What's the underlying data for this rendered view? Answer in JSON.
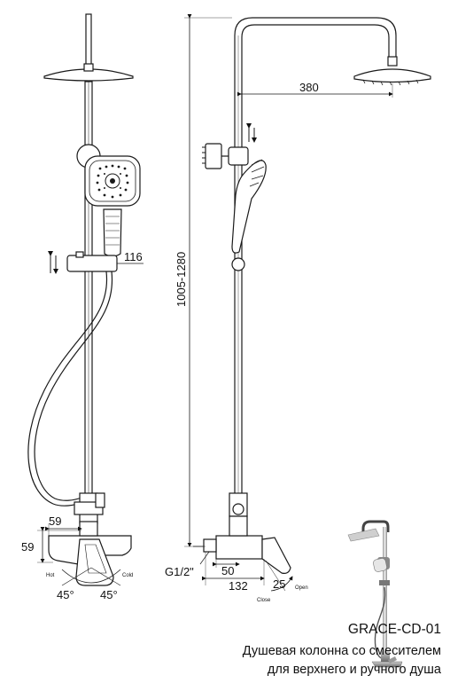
{
  "dimensions": {
    "head_reach": "380",
    "height_range": "1005-1280",
    "holder_offset": "116",
    "mixer_width": "59",
    "mixer_height": "59",
    "inlet_thread": "G1/2\"",
    "outlet_offset": "50",
    "mixer_depth": "132",
    "lever_angle_side": "25",
    "angle_left": "45°",
    "angle_right": "45°"
  },
  "labels": {
    "hot": "Hot",
    "cold": "Cold",
    "close": "Close",
    "open": "Open"
  },
  "caption": {
    "model": "GRACE-CD-01",
    "line1": "Душевая колонна со смесителем",
    "line2": "для верхнего и ручного душа"
  },
  "colors": {
    "line": "#1a1a1a",
    "chrome_dark": "#555555",
    "chrome_light": "#d8d8d8",
    "background": "#ffffff"
  }
}
